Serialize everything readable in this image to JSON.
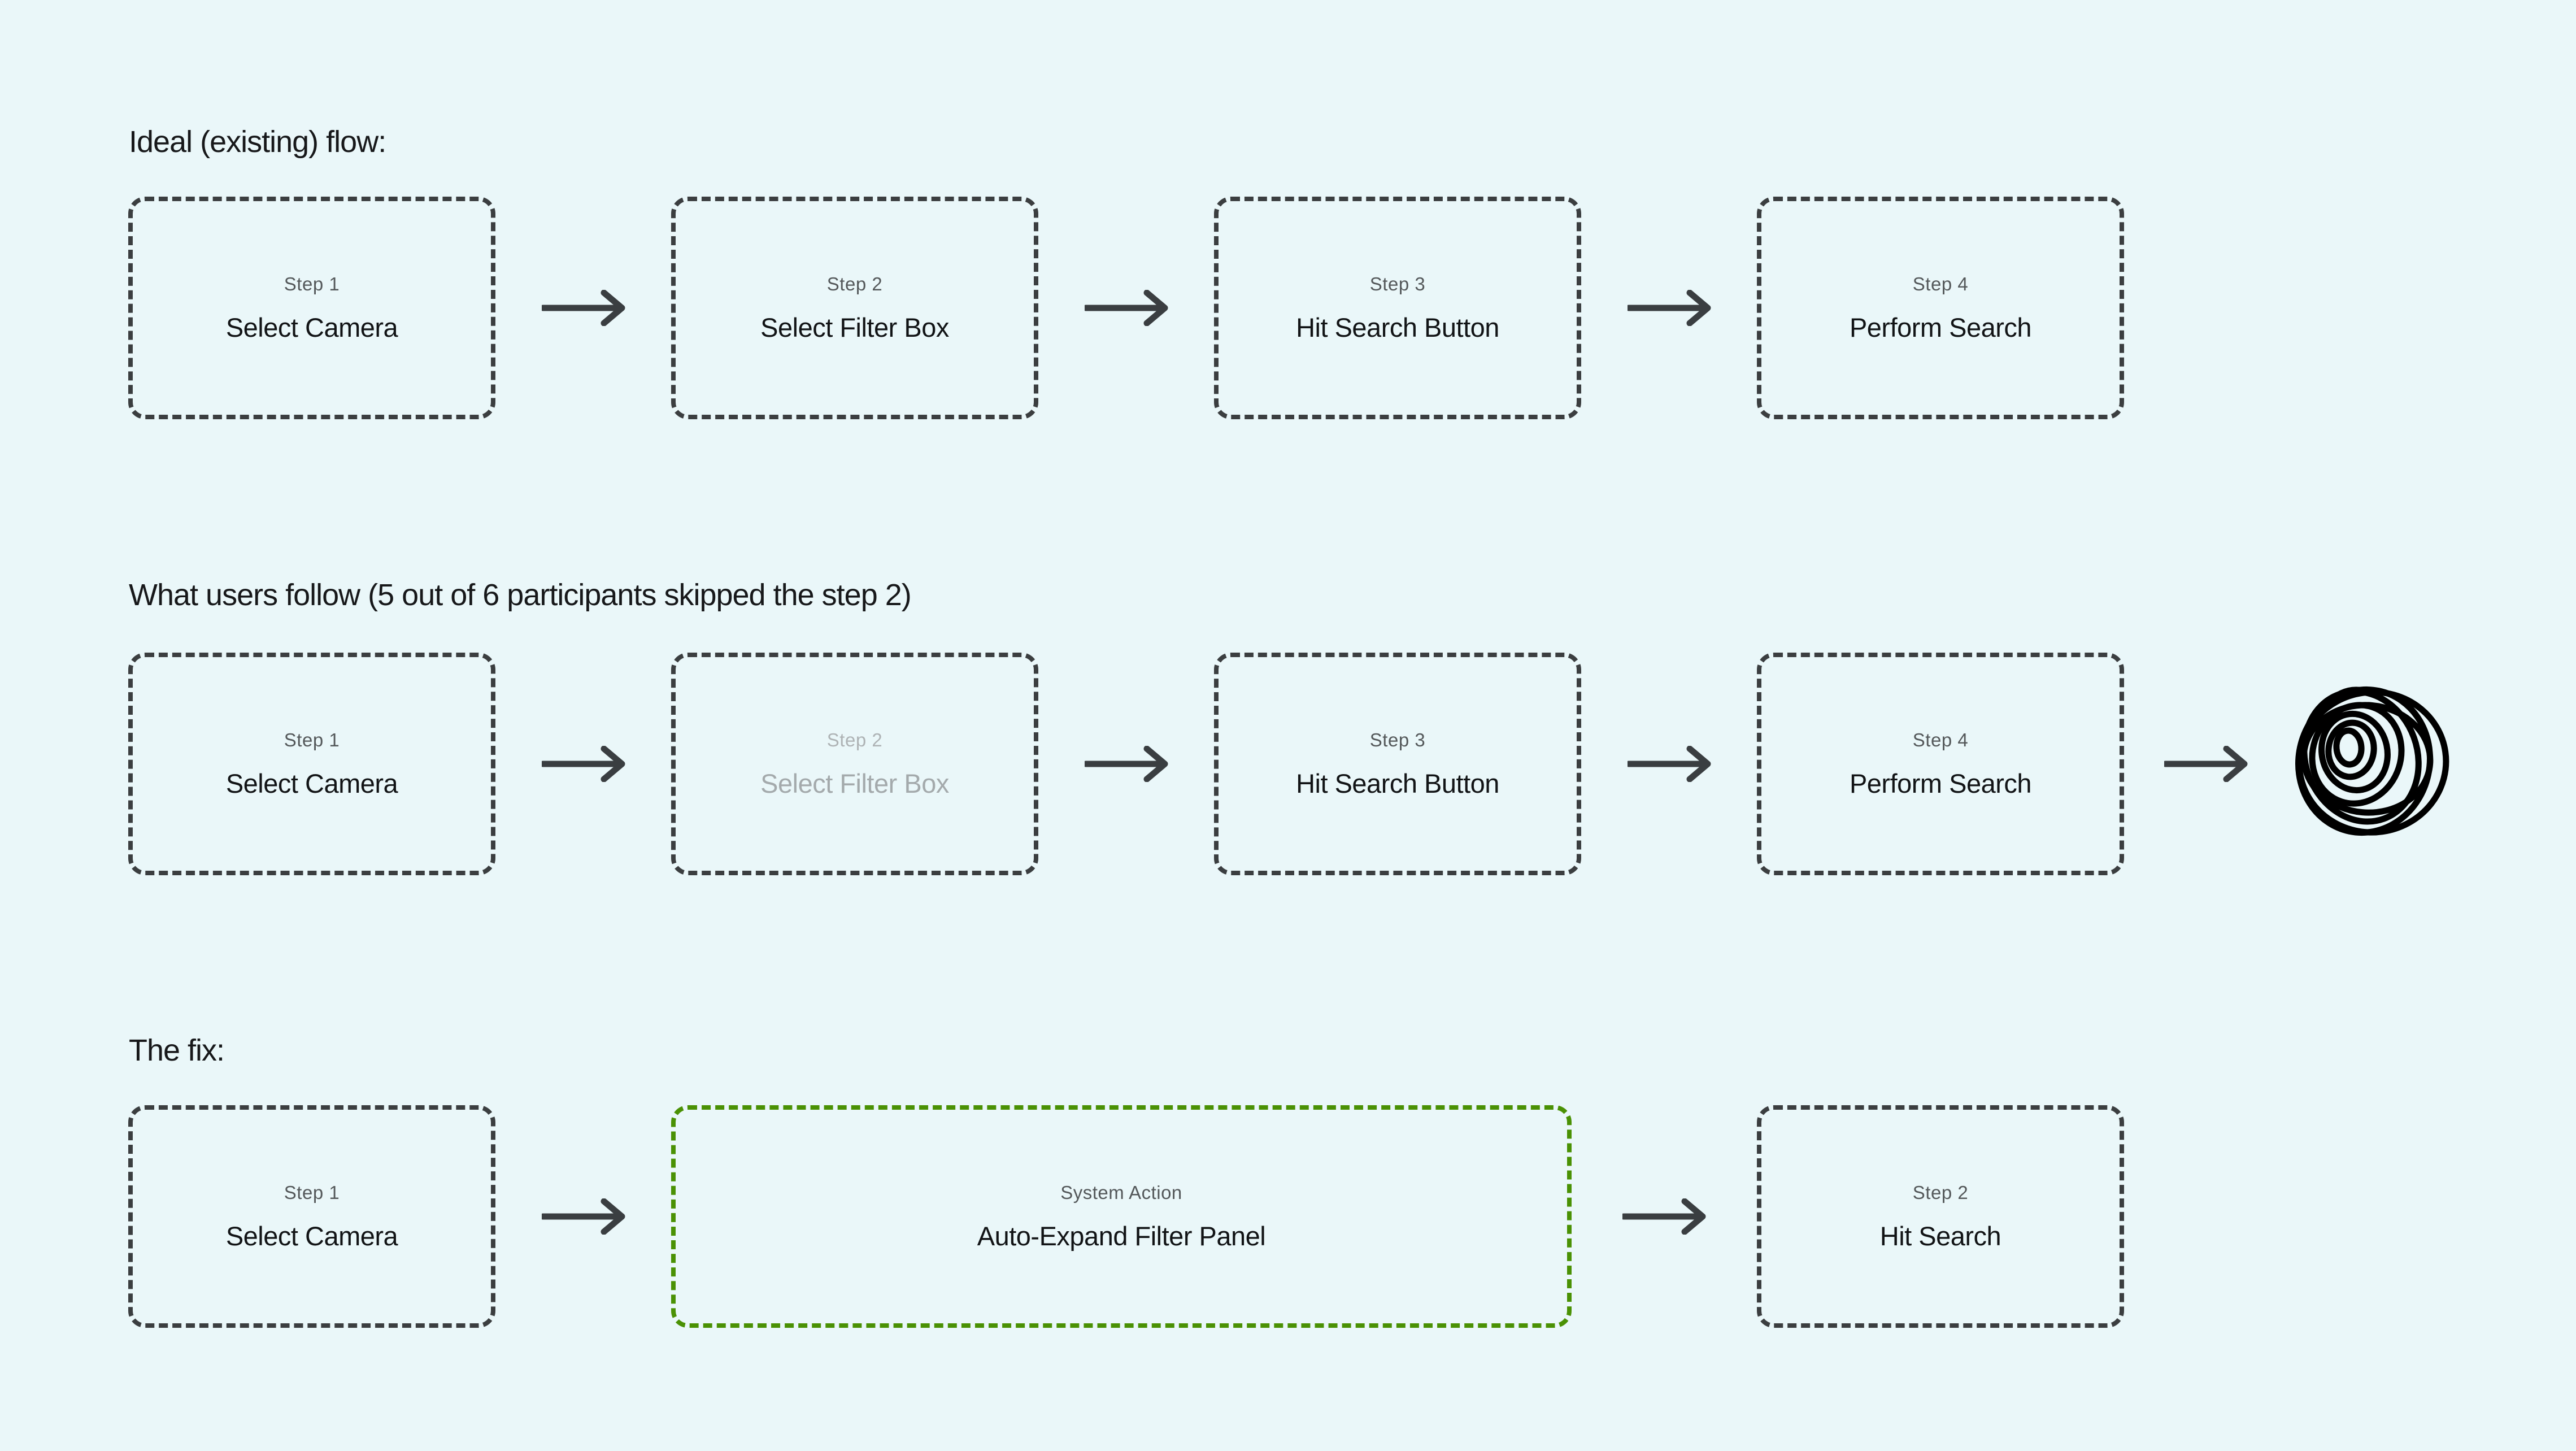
{
  "page": {
    "background_color": "#eaf7f9",
    "border_dark_color": "#3b3e40",
    "border_green_color": "#4a9104",
    "arrow_color": "#3a3e41",
    "scribble_color": "#000000",
    "heading_color": "#17181a",
    "step_label_color": "#54585a",
    "step_title_color": "#121416",
    "muted_label_color": "#aeb3b5",
    "muted_title_color": "#a4aaac"
  },
  "sections": [
    {
      "id": "ideal-flow",
      "heading": "Ideal (existing) flow:",
      "boxes": [
        {
          "label": "Step 1",
          "title": "Select Camera"
        },
        {
          "label": "Step 2",
          "title": "Select Filter Box"
        },
        {
          "label": "Step 3",
          "title": "Hit Search Button"
        },
        {
          "label": "Step 4",
          "title": "Perform Search"
        }
      ]
    },
    {
      "id": "actual-flow",
      "heading": "What users follow (5 out of 6 participants skipped the step 2)",
      "boxes": [
        {
          "label": "Step 1",
          "title": "Select Camera"
        },
        {
          "label": "Step 2",
          "title": "Select Filter Box",
          "state": "skipped"
        },
        {
          "label": "Step 3",
          "title": "Hit Search Button"
        },
        {
          "label": "Step 4",
          "title": "Perform Search"
        }
      ],
      "trailing_element": "scribble"
    },
    {
      "id": "the-fix",
      "heading": "The fix:",
      "boxes": [
        {
          "label": "Step 1",
          "title": "Select Camera"
        },
        {
          "label": "System Action",
          "title": "Auto-Expand Filter Panel",
          "variant": "system-action"
        },
        {
          "label": "Step 2",
          "title": "Hit Search"
        }
      ]
    }
  ]
}
